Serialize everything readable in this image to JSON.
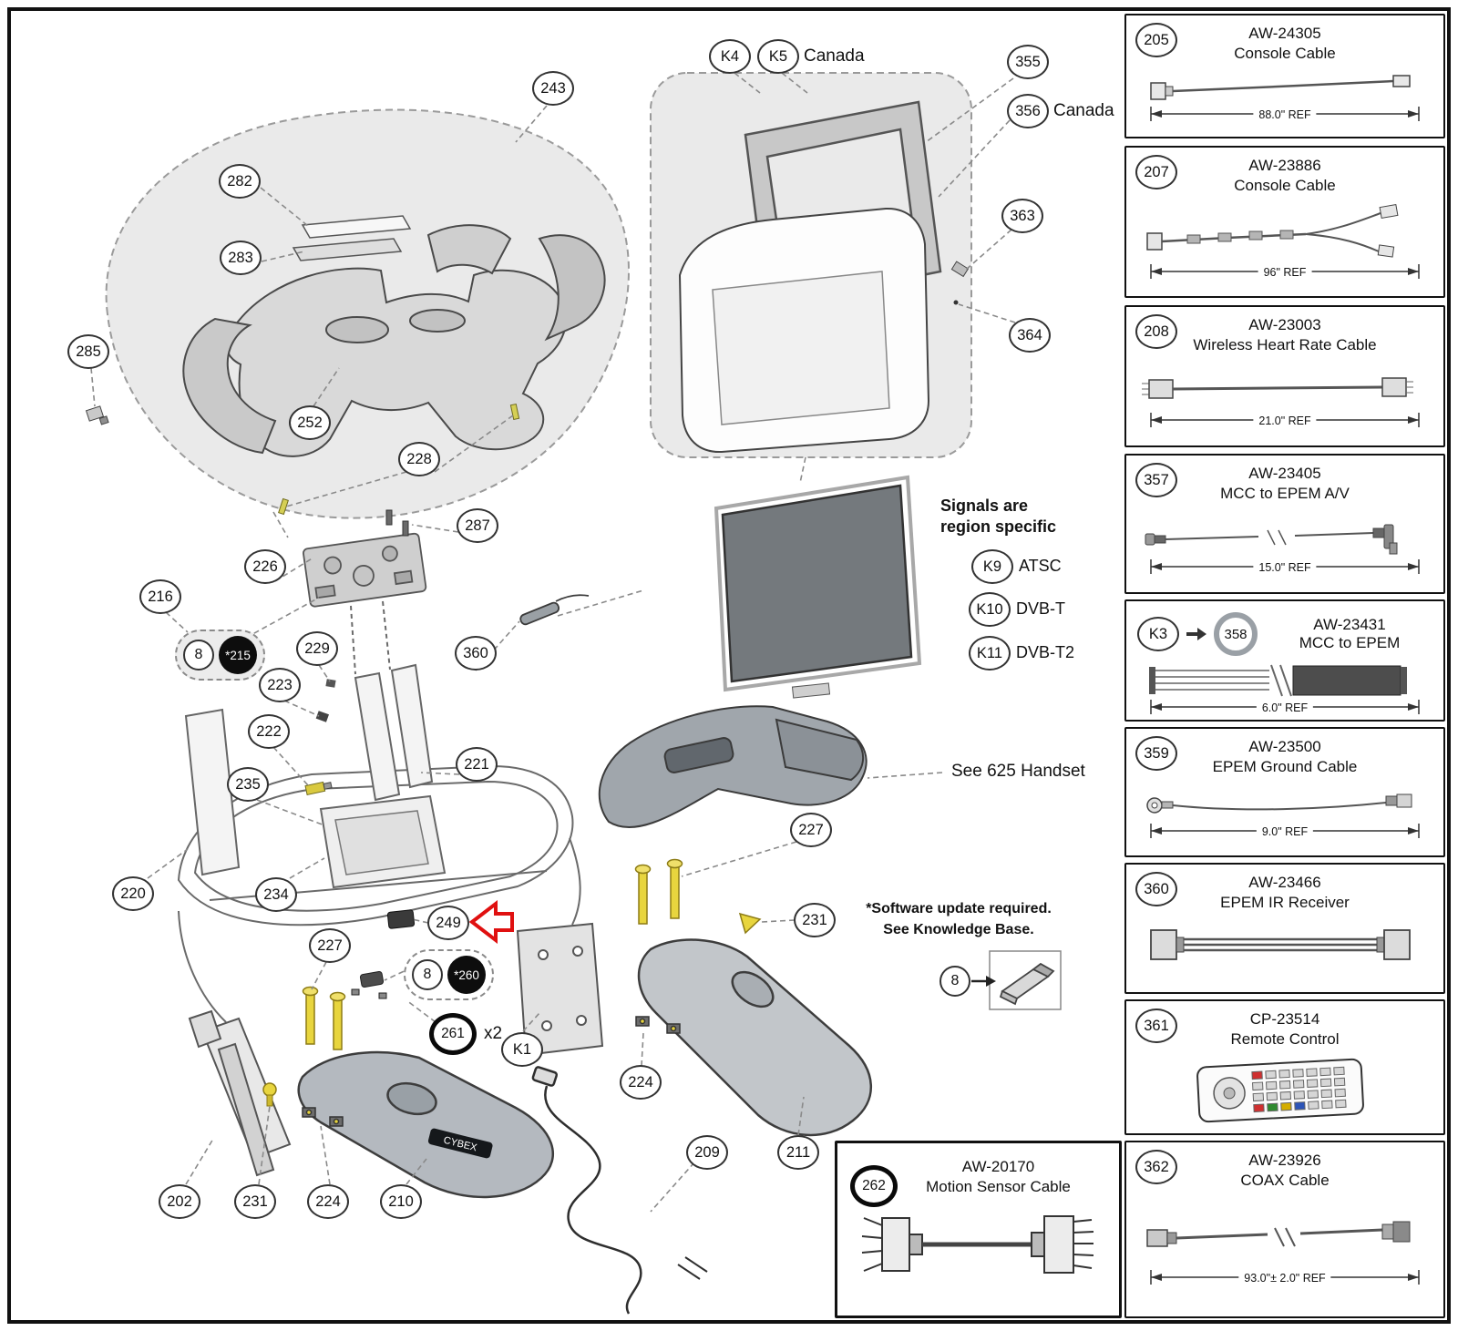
{
  "callouts": {
    "c243": "243",
    "c282": "282",
    "c283": "283",
    "c285": "285",
    "c252": "252",
    "c228": "228",
    "c287": "287",
    "c226": "226",
    "c216": "216",
    "c229": "229",
    "c223": "223",
    "c222": "222",
    "c235": "235",
    "c221": "221",
    "c220": "220",
    "c234": "234",
    "c227a": "227",
    "c249": "249",
    "c261": "261",
    "k1": "K1",
    "c202": "202",
    "c231a": "231",
    "c224a": "224",
    "c210": "210",
    "c209": "209",
    "c211": "211",
    "c224b": "224",
    "c227b": "227",
    "c231b": "231",
    "c360": "360",
    "k4": "K4",
    "k5": "K5",
    "c355": "355",
    "c356": "356",
    "c363": "363",
    "c364": "364",
    "k9": "K9",
    "k10": "K10",
    "k11": "K11",
    "c8a": "8",
    "c215": "*215",
    "c8b": "8",
    "c260": "*260",
    "c8c": "8"
  },
  "annotations": {
    "canada_k5": "Canada",
    "canada_356": "Canada",
    "signals_line1": "Signals are",
    "signals_line2": "region specific",
    "k9_label": "ATSC",
    "k10_label": "DVB-T",
    "k11_label": "DVB-T2",
    "handset_note": "See 625 Handset",
    "software_note_line1": "*Software update required.",
    "software_note_line2": "See Knowledge Base.",
    "x2": "x2",
    "logo": "CYBEX"
  },
  "sidebar": {
    "panels": [
      {
        "badge": "205",
        "part": "AW-24305",
        "name": "Console Cable",
        "ref": "88.0\" REF"
      },
      {
        "badge": "207",
        "part": "AW-23886",
        "name": "Console Cable",
        "ref": "96\" REF"
      },
      {
        "badge": "208",
        "part": "AW-23003",
        "name": "Wireless Heart Rate Cable",
        "ref": "21.0\" REF"
      },
      {
        "badge": "357",
        "part": "AW-23405",
        "name": "MCC to EPEM A/V",
        "ref": "15.0\" REF"
      },
      {
        "badge": "358",
        "k_badge": "K3",
        "part": "AW-23431",
        "name": "MCC to EPEM",
        "ref": "6.0\" REF"
      },
      {
        "badge": "359",
        "part": "AW-23500",
        "name": "EPEM Ground Cable",
        "ref": "9.0\" REF"
      },
      {
        "badge": "360",
        "part": "AW-23466",
        "name": "EPEM IR Receiver",
        "ref": ""
      },
      {
        "badge": "361",
        "part": "CP-23514",
        "name": "Remote Control",
        "ref": ""
      },
      {
        "badge": "362",
        "part": "AW-23926",
        "name": "COAX Cable",
        "ref": "93.0\"± 2.0\" REF"
      }
    ]
  },
  "bottom_panel": {
    "badge": "262",
    "part": "AW-20170",
    "name": "Motion Sensor Cable"
  }
}
